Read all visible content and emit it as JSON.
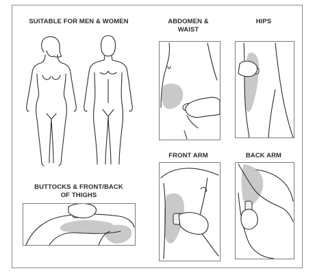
{
  "headings": {
    "men_women": "SUITABLE FOR MEN & WOMEN",
    "abdomen_line1": "ABDOMEN &",
    "abdomen_line2": "WAIST",
    "hips": "HIPS",
    "front_arm": "FRONT ARM",
    "back_arm": "BACK ARM",
    "buttocks_line1": "BUTTOCKS & FRONT/BACK",
    "buttocks_line2": "OF THIGHS"
  },
  "colors": {
    "treatment_area": "#c9c9c9",
    "outline": "#2b2b2b",
    "frame": "#8a8a8a"
  },
  "icons": [
    "female-figure-icon",
    "male-figure-icon",
    "abdomen-illustration",
    "hips-illustration",
    "front-arm-illustration",
    "back-arm-illustration",
    "thighs-illustration"
  ]
}
